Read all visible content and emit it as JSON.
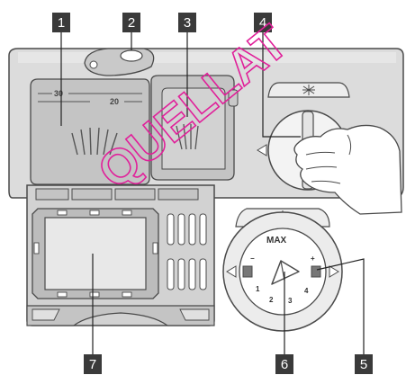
{
  "callouts": [
    "1",
    "2",
    "3",
    "4",
    "5",
    "6",
    "7"
  ],
  "detergent_scale": {
    "upper": "30",
    "lower": "20"
  },
  "rinse_dial": {
    "max_label": "MAX",
    "min_mark": "−",
    "plus_mark": "+",
    "numbers": [
      "1",
      "2",
      "3",
      "4"
    ]
  },
  "watermark": "QUELLAT",
  "colors": {
    "panel": "#dcdcdc",
    "panel_dark": "#c4c4c4",
    "outline": "#4a4a4a",
    "tag": "#3a3a3a",
    "watermark": "#e0219a"
  },
  "icons": [
    "sun-spray-icon",
    "sun-spray-icon",
    "triangle-pointer-icon",
    "hand-icon"
  ]
}
